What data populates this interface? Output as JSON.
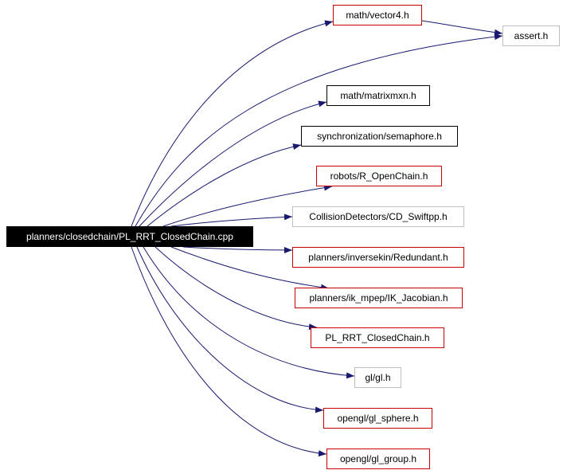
{
  "diagram": {
    "root": {
      "label": "planners/closedchain/PL_RRT_ClosedChain.cpp"
    },
    "nodes": [
      {
        "id": "vector4",
        "label": "math/vector4.h",
        "border": "red"
      },
      {
        "id": "assert",
        "label": "assert.h",
        "border": "gray"
      },
      {
        "id": "matrixmxn",
        "label": "math/matrixmxn.h",
        "border": "black"
      },
      {
        "id": "semaphore",
        "label": "synchronization/semaphore.h",
        "border": "black"
      },
      {
        "id": "openchain",
        "label": "robots/R_OpenChain.h",
        "border": "red"
      },
      {
        "id": "swiftpp",
        "label": "CollisionDetectors/CD_Swiftpp.h",
        "border": "gray"
      },
      {
        "id": "redundant",
        "label": "planners/inversekin/Redundant.h",
        "border": "red"
      },
      {
        "id": "jacobian",
        "label": "planners/ik_mpep/IK_Jacobian.h",
        "border": "red"
      },
      {
        "id": "closedchain_h",
        "label": "PL_RRT_ClosedChain.h",
        "border": "red"
      },
      {
        "id": "gl",
        "label": "gl/gl.h",
        "border": "gray"
      },
      {
        "id": "sphere",
        "label": "opengl/gl_sphere.h",
        "border": "red"
      },
      {
        "id": "group",
        "label": "opengl/gl_group.h",
        "border": "red"
      }
    ],
    "edges": [
      {
        "from": "root",
        "to": "vector4"
      },
      {
        "from": "root",
        "to": "assert"
      },
      {
        "from": "vector4",
        "to": "assert"
      },
      {
        "from": "root",
        "to": "matrixmxn"
      },
      {
        "from": "root",
        "to": "semaphore"
      },
      {
        "from": "root",
        "to": "openchain"
      },
      {
        "from": "root",
        "to": "swiftpp"
      },
      {
        "from": "root",
        "to": "redundant"
      },
      {
        "from": "root",
        "to": "jacobian"
      },
      {
        "from": "root",
        "to": "closedchain_h"
      },
      {
        "from": "root",
        "to": "gl"
      },
      {
        "from": "root",
        "to": "sphere"
      },
      {
        "from": "root",
        "to": "group"
      }
    ],
    "colors": {
      "edge": "#191970",
      "border_red": "#cc0000",
      "border_gray": "#bfbfbf",
      "border_black": "#000000",
      "root_fill": "#000000",
      "root_text": "#ffffff"
    }
  }
}
